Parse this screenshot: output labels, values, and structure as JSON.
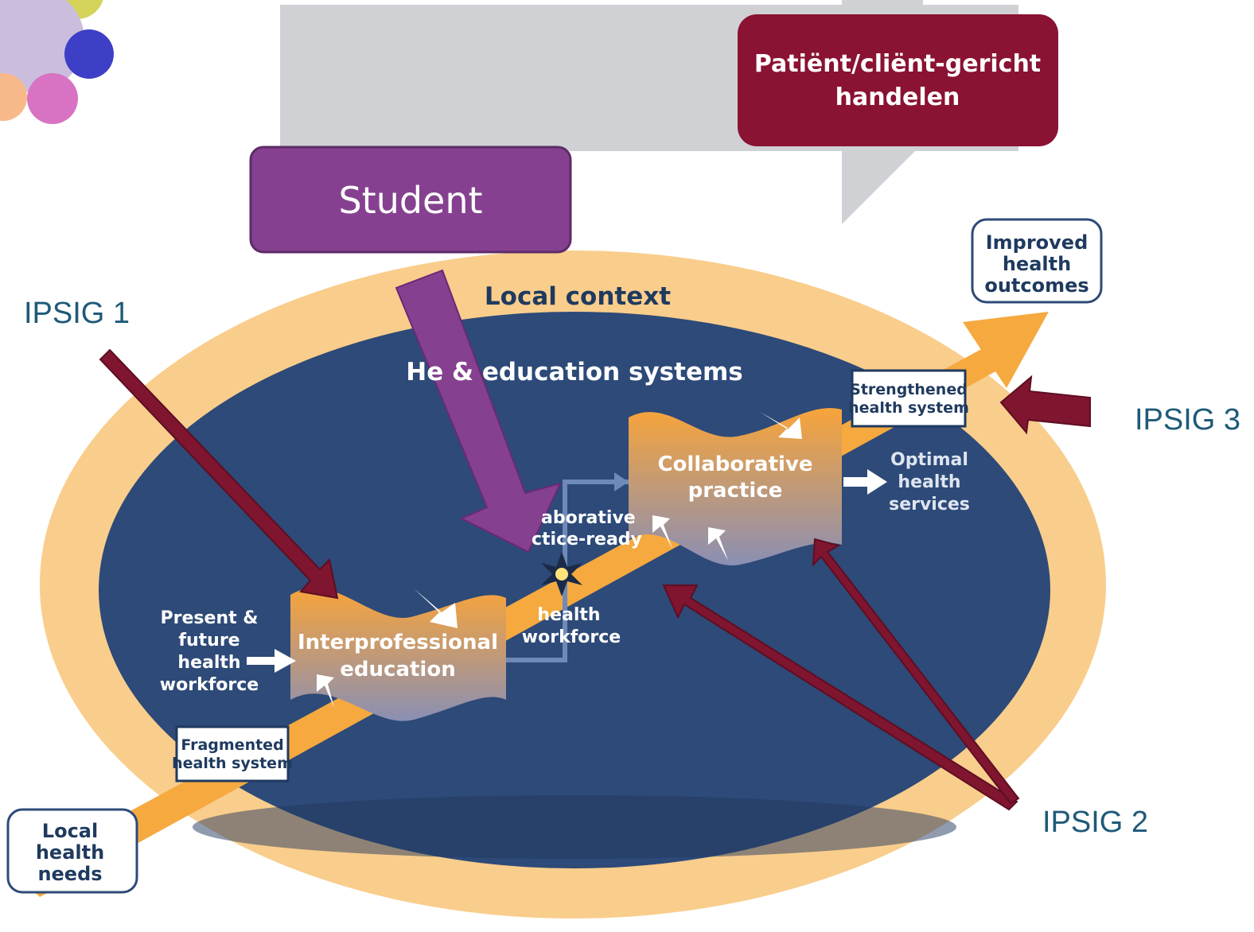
{
  "banner": {
    "label": "Patiënt/cliënt-gericht handelen",
    "line1": "Patiënt/cliënt-gericht",
    "line2": "handelen",
    "color": "#8a1232"
  },
  "student": {
    "label": "Student",
    "color": "#85418f"
  },
  "ipsig": {
    "one": "IPSIG 1",
    "two": "IPSIG 2",
    "three": "IPSIG 3"
  },
  "diagram": {
    "local_context": "Local context",
    "systems": "He & education systems",
    "improved": [
      "Improved",
      "health",
      "outcomes"
    ],
    "strengthened": [
      "Strengthened",
      "health system"
    ],
    "optimal": [
      "Optimal",
      "health",
      "services"
    ],
    "collaborative_practice": [
      "Collaborative",
      "practice"
    ],
    "interprofessional": [
      "Interprofessional",
      "education"
    ],
    "ready": [
      "aborative",
      "ctice-ready"
    ],
    "workforce": [
      "health",
      "workforce"
    ],
    "present": [
      "Present &",
      "future",
      "health",
      "workforce"
    ],
    "fragmented": [
      "Fragmented",
      "health system"
    ],
    "local_needs": [
      "Local",
      "health",
      "needs"
    ]
  },
  "colors": {
    "navy": "#2d4a78",
    "orange": "#f5b04a",
    "ring": "#f9cd8c",
    "maroon": "#801530",
    "gray": "#cfd1d4"
  }
}
